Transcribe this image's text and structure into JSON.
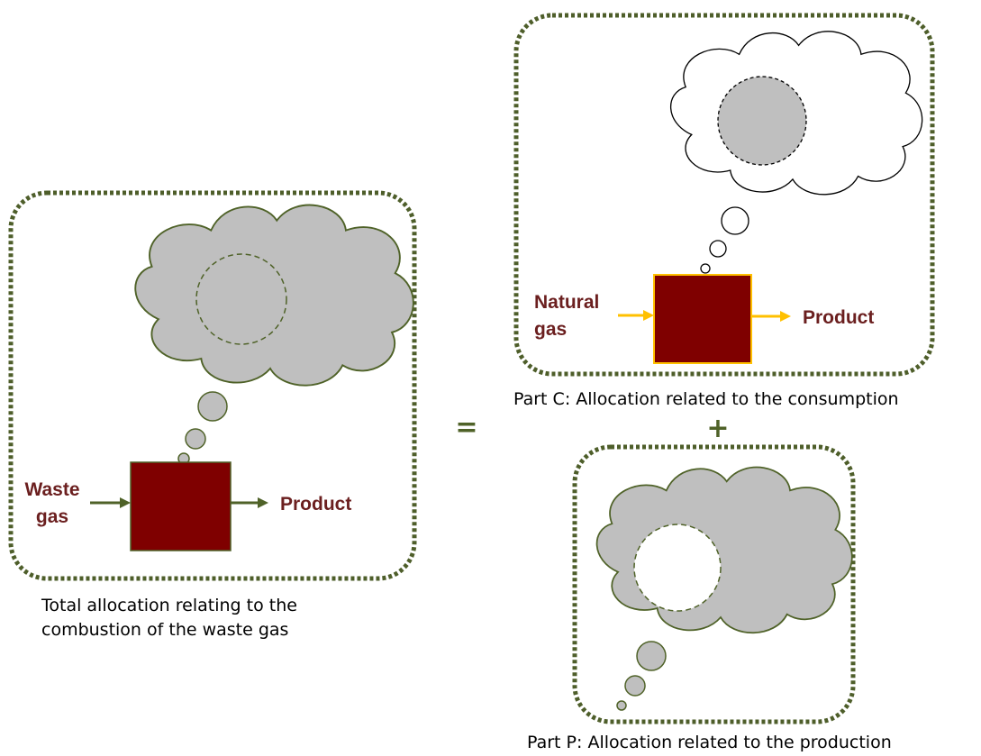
{
  "colors": {
    "frame": "#4e5e2a",
    "cloud_fill": "#bfbfbf",
    "cloud_stroke": "#4f6228",
    "box": "#7f0000",
    "label": "#6b1f1f",
    "green_arrow": "#4f6228",
    "yellow_arrow": "#ffc000",
    "operator": "#4f6228"
  },
  "total": {
    "input_label": [
      "Waste",
      "gas"
    ],
    "output_label": "Product",
    "caption": [
      "Total allocation relating to the",
      "combustion of the waste gas"
    ]
  },
  "equals_sign": "=",
  "plus_sign": "+",
  "part_c": {
    "input_label": [
      "Natural",
      "gas"
    ],
    "output_label": "Product",
    "caption": "Part C: Allocation related to the consumption"
  },
  "part_p": {
    "caption": "Part P: Allocation related to the production"
  }
}
